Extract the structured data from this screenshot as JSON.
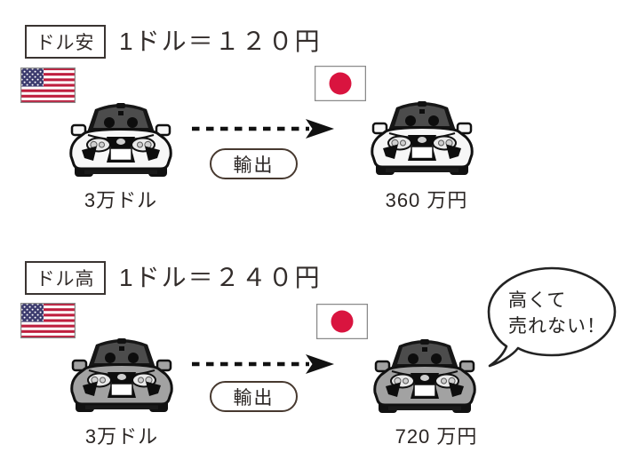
{
  "diagram_title": "exchange-rate-car-export-diagram",
  "sections": [
    {
      "id": "dollar-weak",
      "tag_label": "ドル安",
      "rate_text": "1ドル＝１２０円",
      "left_flag": "us-flag",
      "right_flag": "japan-flag",
      "left_price": "3万ドル",
      "right_price": "360 万円",
      "export_label": "輸出",
      "car_color_name": "white",
      "car_color_hex": "#f7f7f7"
    },
    {
      "id": "dollar-strong",
      "tag_label": "ドル高",
      "rate_text": "1ドル＝２４０円",
      "left_flag": "us-flag",
      "right_flag": "japan-flag",
      "left_price": "3万ドル",
      "right_price": "720 万円",
      "export_label": "輸出",
      "car_color_name": "gray",
      "car_color_hex": "#a2a2a2",
      "speech_bubble": {
        "line1": "高くて",
        "line2": "売れない！"
      }
    }
  ],
  "icons": {
    "us_flag": "us-flag-icon",
    "japan_flag": "japan-flag-icon",
    "car": "car-front-icon",
    "arrow": "dashed-export-arrow-icon",
    "bubble": "speech-bubble"
  },
  "colors": {
    "background": "#ffffff",
    "ink": "#332d2b",
    "outline": "#161616",
    "pill_border": "#47392f",
    "us_flag_red": "#bf1e3e",
    "us_flag_blue": "#3c3b6e",
    "japan_flag_red": "#d9143f",
    "car_body_top": "#f7f7f7",
    "car_body_bottom": "#a2a2a2"
  }
}
